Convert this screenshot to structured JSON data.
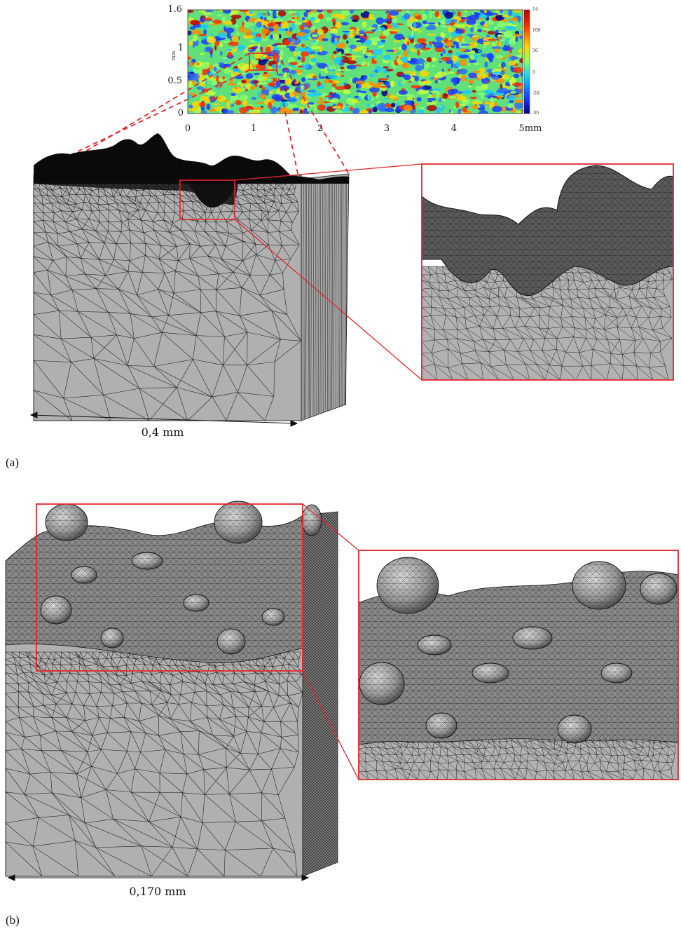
{
  "panel_a": {
    "label": "(a)",
    "heatmap": {
      "y_unit": "mm",
      "y_ticks": [
        "1.6",
        "1",
        "0.5",
        "0"
      ],
      "x_ticks": [
        "0",
        "1",
        "2",
        "3",
        "4",
        "5mm"
      ],
      "colorbar_ticks": [
        "14",
        "100",
        "50",
        "0",
        "-50",
        "-95"
      ]
    },
    "scale_label": "0,4 mm"
  },
  "panel_b": {
    "label": "(b)",
    "scale_label": "0,170 mm"
  },
  "colors": {
    "highlight": "#e2262b",
    "mesh_face": "#b0b0b0",
    "mesh_line": "#1a1a1a"
  }
}
